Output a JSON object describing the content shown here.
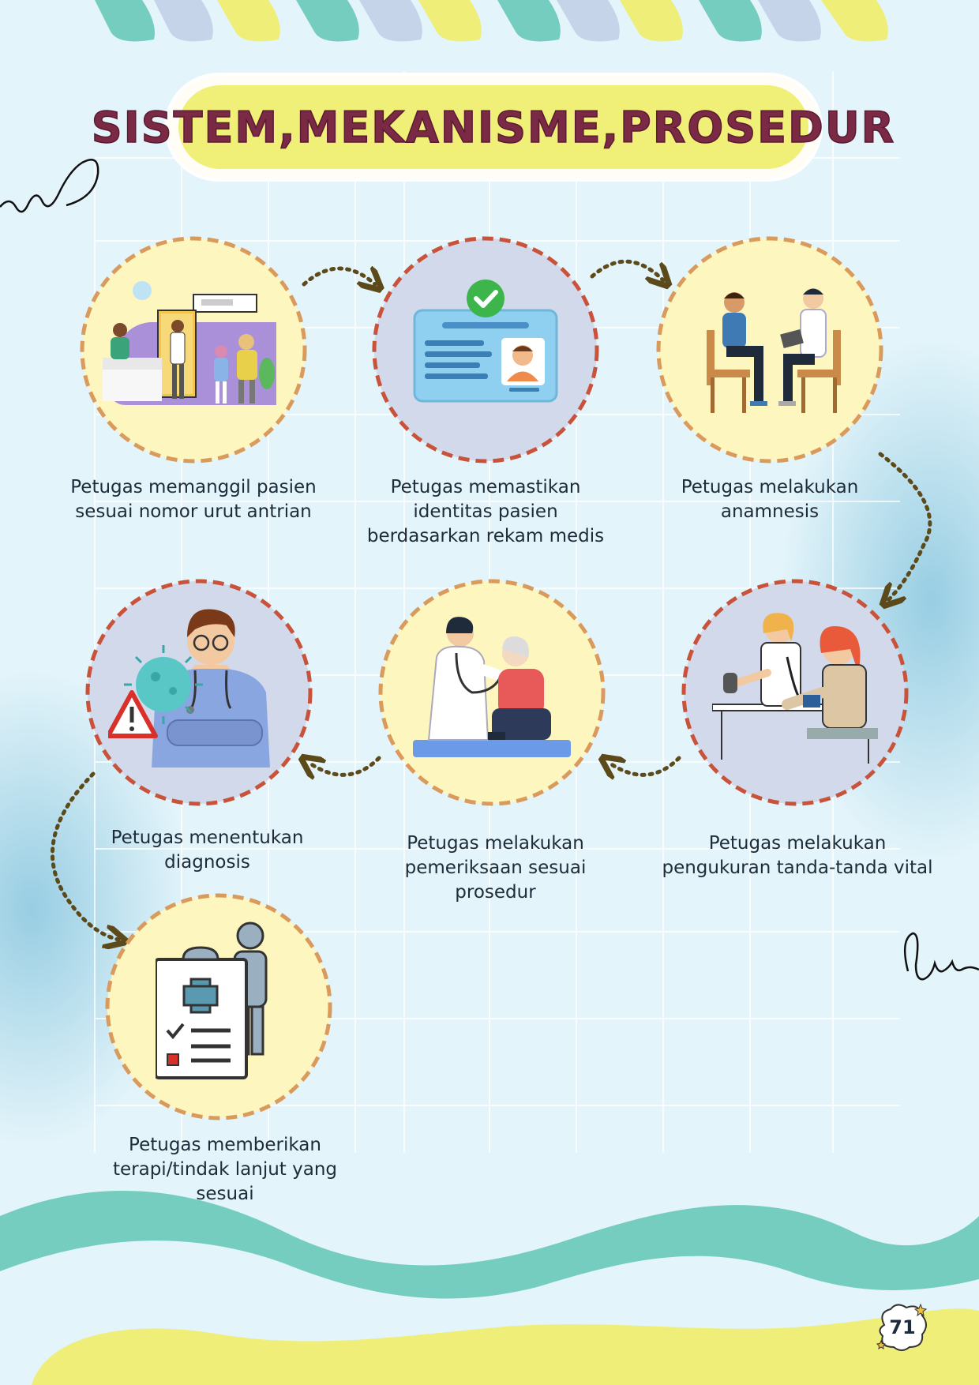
{
  "title": "SISTEM,MEKANISME,PROSEDUR",
  "steps": [
    {
      "caption": "Petugas memanggil pasien\nsesuai nomor urut antrian",
      "illustration": "waiting-room-icon",
      "ring_color": "#d99a5b",
      "fill": "#fdf6bf"
    },
    {
      "caption": "Petugas memastikan\nidentitas pasien\nberdasarkan rekam medis",
      "illustration": "id-card-check-icon",
      "ring_color": "#c9523a",
      "fill": "#d2d9ea"
    },
    {
      "caption": "Petugas melakukan\nanamnesis",
      "illustration": "doctor-consultation-icon",
      "ring_color": "#d99a5b",
      "fill": "#fdf6bf"
    },
    {
      "caption": "Petugas melakukan\npengukuran tanda-tanda vital",
      "illustration": "blood-pressure-icon",
      "ring_color": "#c9523a",
      "fill": "#d2d9ea"
    },
    {
      "caption": "Petugas melakukan\npemeriksaan sesuai\nprosedur",
      "illustration": "stethoscope-exam-icon",
      "ring_color": "#d99a5b",
      "fill": "#fdf6bf"
    },
    {
      "caption": "Petugas menentukan\ndiagnosis",
      "illustration": "doctor-virus-warning-icon",
      "ring_color": "#c9523a",
      "fill": "#d2d9ea"
    },
    {
      "caption": "Petugas memberikan\nterapi/tindak lanjut yang sesuai",
      "illustration": "medical-report-clipboard-icon",
      "ring_color": "#d99a5b",
      "fill": "#fdf6bf"
    }
  ],
  "page_number": "71",
  "colors": {
    "background": "#e3f4fa",
    "title_fill": "#f0ef78",
    "title_text": "#7a2a45",
    "teal_wave": "#74cdbf",
    "yellow_wave": "#eeee78",
    "arrow": "#5c4a1a"
  }
}
